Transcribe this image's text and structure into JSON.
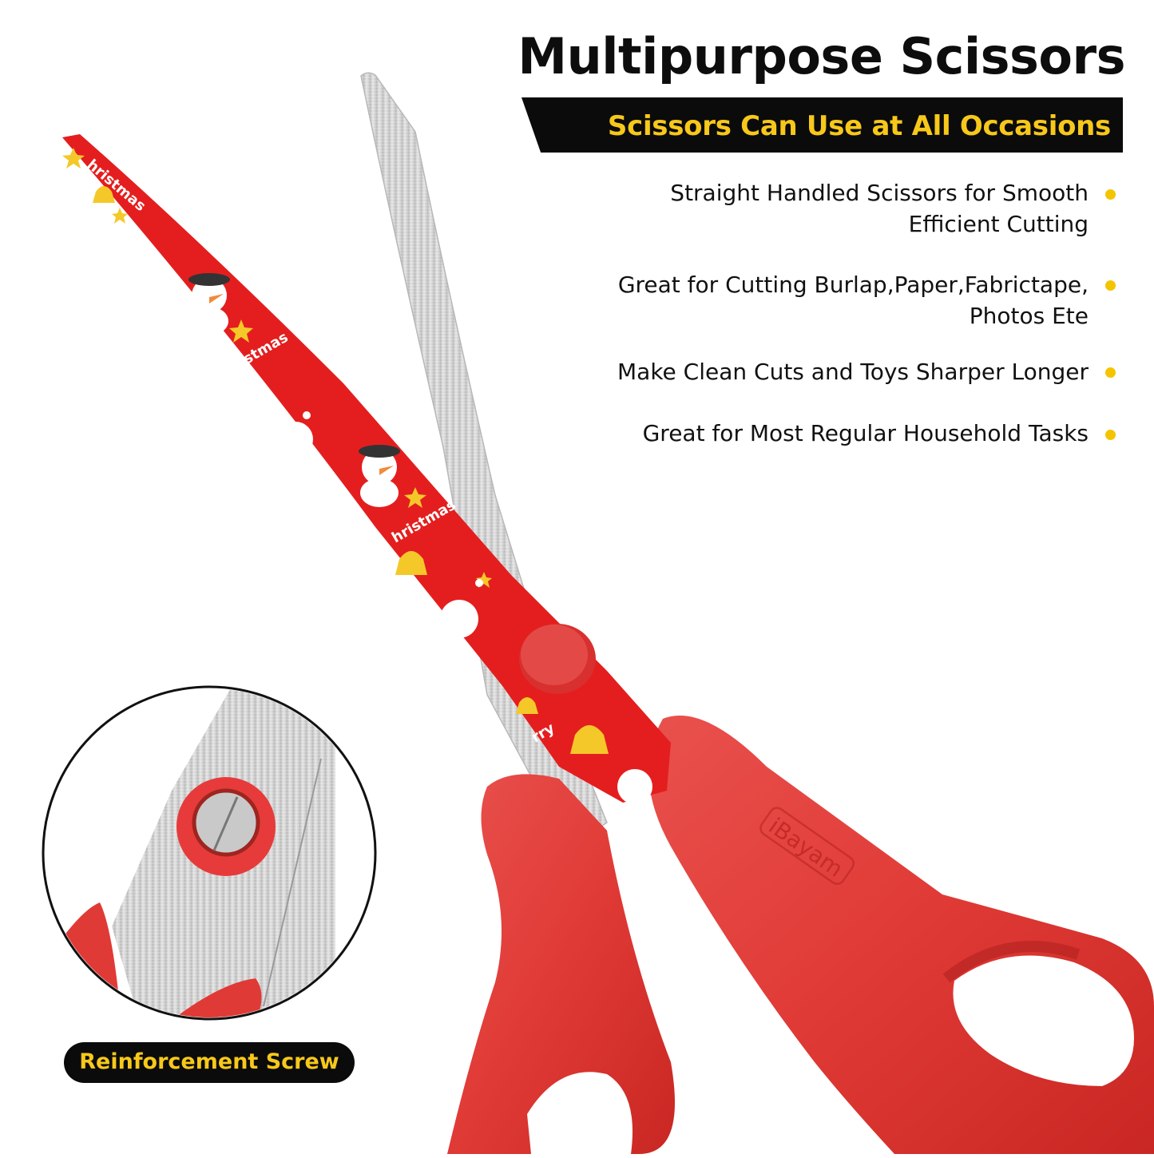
{
  "header": {
    "title": "Multipurpose Scissors",
    "subtitle": "Scissors Can Use at All Occasions"
  },
  "features": [
    {
      "line1": "Straight Handled Scissors for Smooth",
      "line2": "Efficient Cutting"
    },
    {
      "line1": "Great for Cutting Burlap,Paper,Fabrictape,",
      "line2": "Photos Ete"
    },
    {
      "line1": "Make Clean Cuts and Toys Sharper Longer",
      "line2": ""
    },
    {
      "line1": "Great for Most Regular Household Tasks",
      "line2": ""
    }
  ],
  "inset": {
    "label": "Reinforcement Screw"
  },
  "product": {
    "brand_embossed": "iBayam",
    "blade_print_text_1": "hristmas",
    "blade_print_text_2": "rry",
    "blade_print_text_3": "hristmas"
  },
  "colors": {
    "handle_red": "#e03a36",
    "blade_print_red": "#e41e1e",
    "steel": "#d9d9d9",
    "accent_yellow": "#f7c81a",
    "bullet_yellow": "#f5c400",
    "banner_black": "#0b0b0b"
  }
}
